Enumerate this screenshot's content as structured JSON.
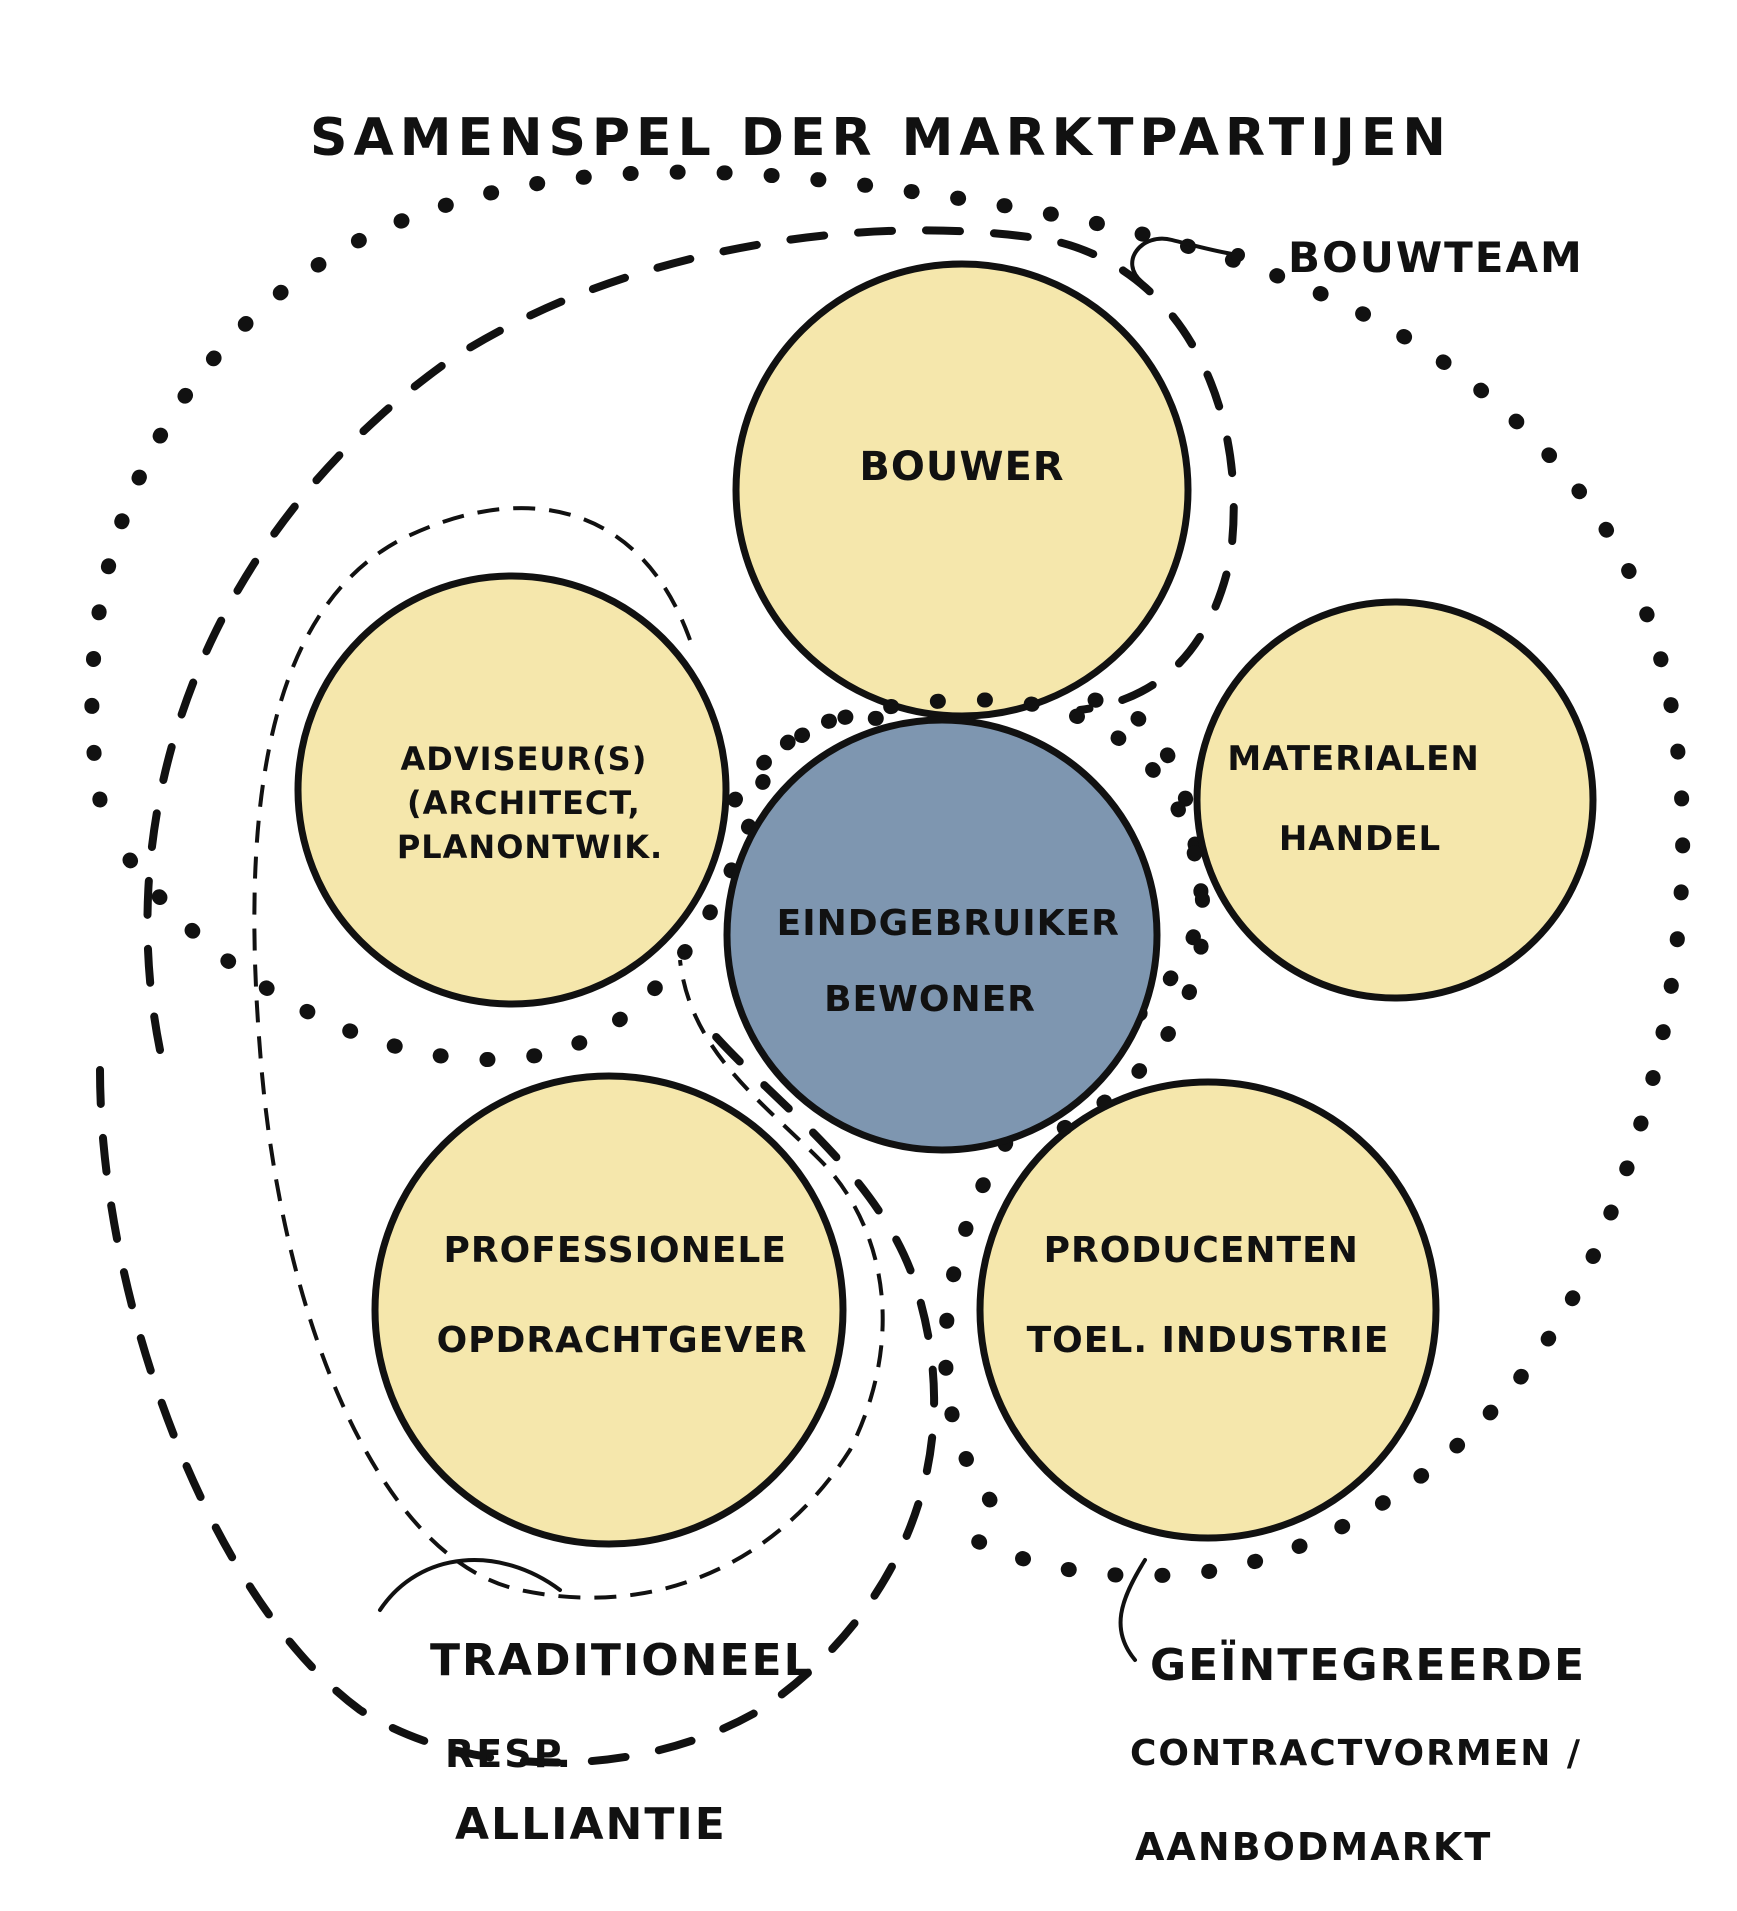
{
  "title": "SAMENSPEL DER MARKTPARTIJEN",
  "colors": {
    "participant_fill": "#f5e7ac",
    "center_fill": "#7e96b0",
    "ink": "#111111",
    "background": "#ffffff"
  },
  "nodes": {
    "bouwer": {
      "lines": [
        "BOUWER"
      ]
    },
    "adviseur": {
      "lines": [
        "ADVISEUR(S)",
        "(ARCHITECT,",
        "PLANONTWIK."
      ]
    },
    "materialen": {
      "lines": [
        "MATERIALEN",
        "HANDEL"
      ]
    },
    "eindgebruiker": {
      "lines": [
        "EINDGEBRUIKER",
        "BEWONER"
      ]
    },
    "opdrachtgever": {
      "lines": [
        "PROFESSIONELE",
        "OPDRACHTGEVER"
      ]
    },
    "producenten": {
      "lines": [
        "PRODUCENTEN",
        "TOEL. INDUSTRIE"
      ]
    }
  },
  "annotations": {
    "bouwteam": "BOUWTEAM",
    "traditioneel": [
      "TRADITIONEEL",
      "RESP.",
      "ALLIANTIE"
    ],
    "geintegreerd": [
      "GEÏNTEGREERDE",
      "CONTRACTVORMEN /",
      "AANBODMARKT"
    ]
  }
}
